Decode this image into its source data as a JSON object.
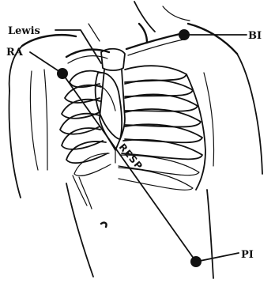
{
  "diagram": {
    "labels": {
      "lewis": "Lewis",
      "ra": "RA",
      "bi": "BI",
      "pi": "PI",
      "resp": "RESP"
    }
  }
}
